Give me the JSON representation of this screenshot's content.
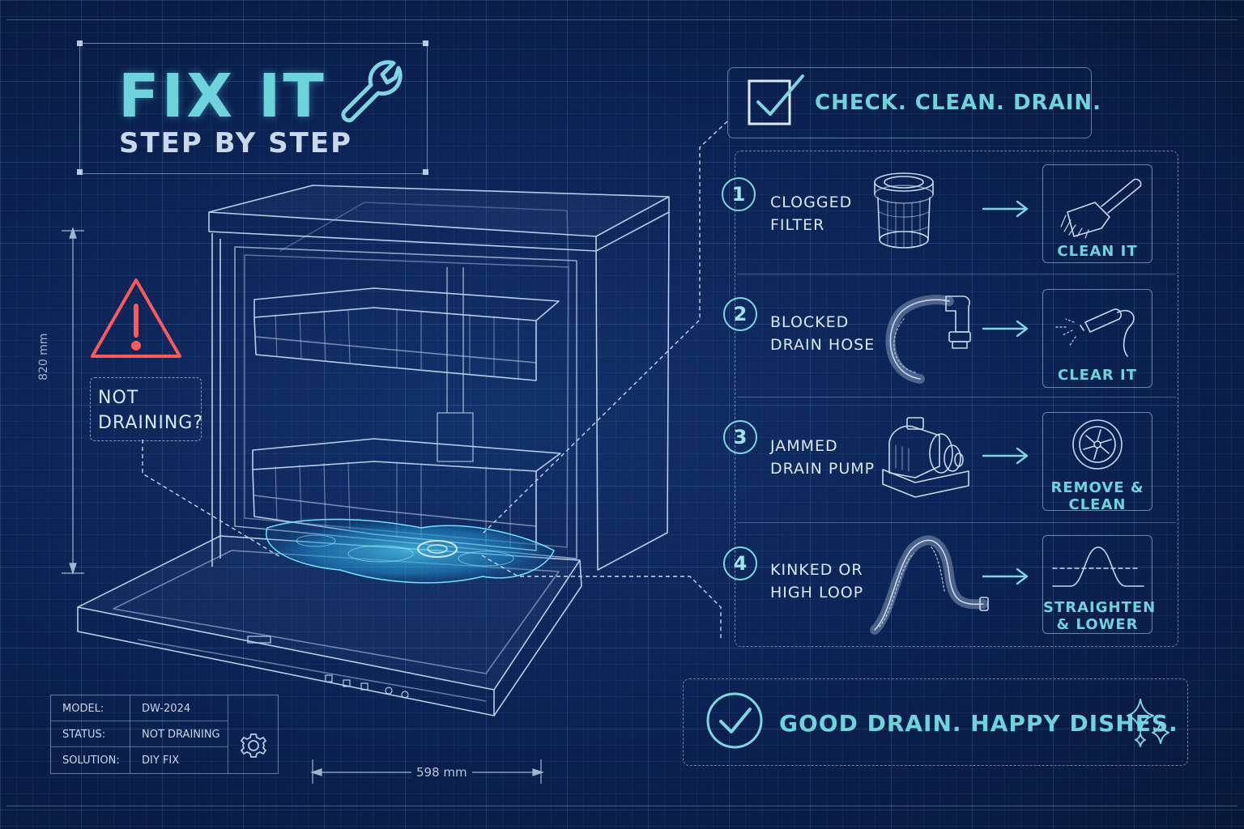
{
  "title": {
    "main": "FIX IT",
    "sub": "STEP BY STEP"
  },
  "warning": {
    "line1": "NOT",
    "line2": "DRAINING?"
  },
  "dimensions": {
    "height": "820 mm",
    "width": "598 mm"
  },
  "info_table": [
    {
      "label": "MODEL:",
      "value": "DW-2024"
    },
    {
      "label": "STATUS:",
      "value": "NOT DRAINING"
    },
    {
      "label": "SOLUTION:",
      "value": "DIY FIX"
    }
  ],
  "checklist_header": "CHECK. CLEAN. DRAIN.",
  "steps": [
    {
      "number": "1",
      "line1": "CLOGGED",
      "line2": "FILTER",
      "action1": "CLEAN IT",
      "action2": ""
    },
    {
      "number": "2",
      "line1": "BLOCKED",
      "line2": "DRAIN HOSE",
      "action1": "CLEAR IT",
      "action2": ""
    },
    {
      "number": "3",
      "line1": "JAMMED",
      "line2": "DRAIN PUMP",
      "action1": "REMOVE &",
      "action2": "CLEAN"
    },
    {
      "number": "4",
      "line1": "KINKED OR",
      "line2": "HIGH LOOP",
      "action1": "STRAIGHTEN",
      "action2": "& LOWER"
    }
  ],
  "footer_message": "GOOD DRAIN. HAPPY DISHES.",
  "colors": {
    "accent": "#6fd3dc",
    "warning": "#ff5a5a",
    "line": "#b8cde6",
    "water": "#2fb8e6"
  }
}
